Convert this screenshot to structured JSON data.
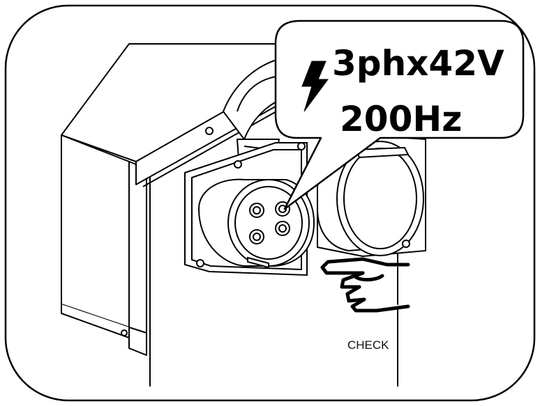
{
  "callout": {
    "line1": "3phx42V",
    "line2": "200Hz",
    "icon": "lightning-bolt-icon"
  },
  "check_label": "CHECK",
  "hand_icon": "pointing-hand-icon",
  "colors": {
    "stroke": "#000000",
    "background": "#ffffff"
  }
}
